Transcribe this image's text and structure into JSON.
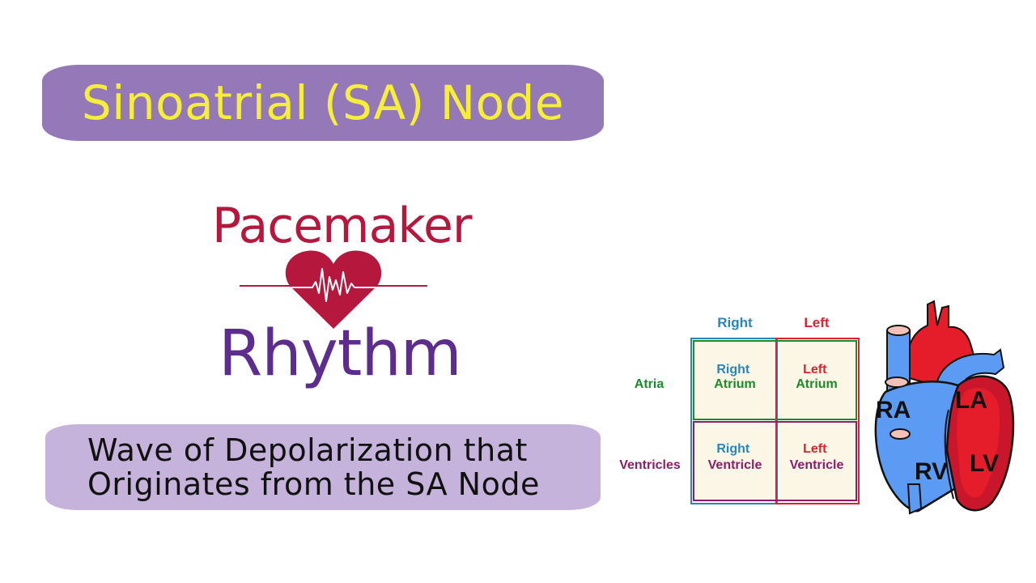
{
  "banner": {
    "title": "Sinoatrial (SA) Node"
  },
  "pacemaker": {
    "word_top": "Pacemaker",
    "word_bottom": "Rhythm"
  },
  "wave": {
    "line1": "Wave of Depolarization that",
    "line2": "Originates from the SA Node"
  },
  "grid": {
    "col_right": "Right",
    "col_left": "Left",
    "row_atria": "Atria",
    "row_ventricles": "Ventricles",
    "right_atrium": [
      "Right",
      "Atrium"
    ],
    "left_atrium": [
      "Left",
      "Atrium"
    ],
    "right_ventricle": [
      "Right",
      "Ventricle"
    ],
    "left_ventricle": [
      "Left",
      "Ventricle"
    ]
  },
  "anatomy": {
    "ra": "RA",
    "la": "LA",
    "rv": "RV",
    "lv": "LV"
  },
  "colors": {
    "banner_bg": "#9478b8",
    "banner_text": "#f6ef3a",
    "pacemaker_red": "#b5173d",
    "rhythm_purple": "#5c2d8c",
    "wave_bg": "#c6b3dc",
    "right_blue": "#2a86b8",
    "left_red": "#e0202e",
    "atria_green": "#1f8a2c",
    "ventricle_purple": "#8a1e6a",
    "cell_fill": "#fbf6e6",
    "heart_blue": "#5b9bf3",
    "heart_red": "#e51c2a"
  }
}
